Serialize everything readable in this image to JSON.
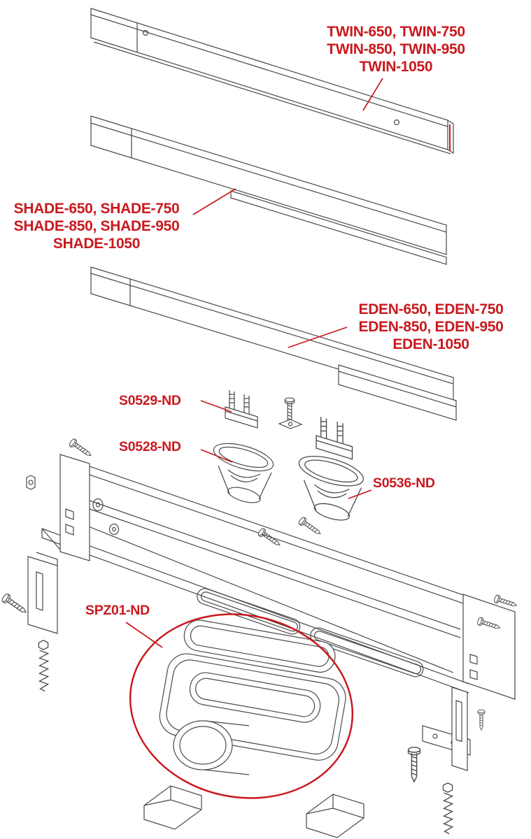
{
  "colors": {
    "accent": "#c9191e",
    "line": "#4a4a4a"
  },
  "labels": {
    "twin": {
      "lines": [
        "TWIN-650, TWIN-750",
        "TWIN-850, TWIN-950",
        "TWIN-1050"
      ]
    },
    "shade": {
      "lines": [
        "SHADE-650, SHADE-750",
        "SHADE-850, SHADE-950",
        "SHADE-1050"
      ]
    },
    "eden": {
      "lines": [
        "EDEN-650, EDEN-750",
        "EDEN-850, EDEN-950",
        "EDEN-1050"
      ]
    },
    "parts": {
      "s0529": "S0529-ND",
      "s0528": "S0528-ND",
      "s0536": "S0536-ND",
      "spz01": "SPZ01-ND"
    }
  }
}
